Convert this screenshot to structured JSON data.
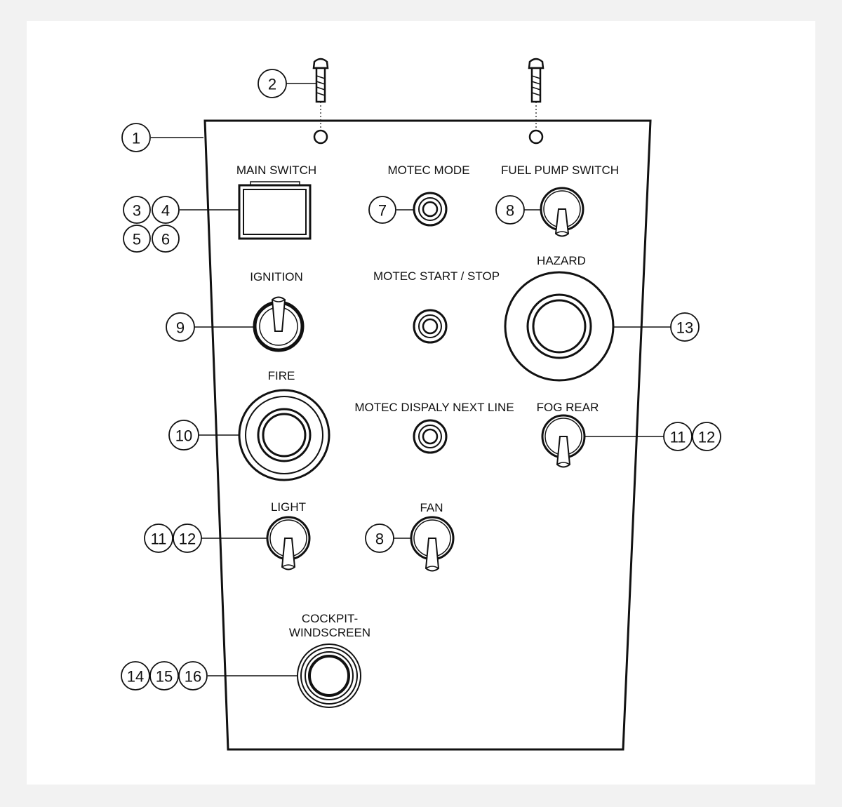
{
  "diagram": {
    "panel_labels": {
      "main_switch": "MAIN SWITCH",
      "motec_mode": "MOTEC MODE",
      "fuel_pump_switch": "FUEL PUMP SWITCH",
      "ignition": "IGNITION",
      "motec_start_stop": "MOTEC START / STOP",
      "hazard": "HAZARD",
      "fire": "FIRE",
      "motec_display_next_line": "MOTEC DISPALY NEXT LINE",
      "fog_rear": "FOG REAR",
      "light": "LIGHT",
      "fan": "FAN",
      "cockpit_windscreen_line1": "COCKPIT-",
      "cockpit_windscreen_line2": "WINDSCREEN"
    },
    "callouts": {
      "panel": "1",
      "screw": "2",
      "main_switch_a": "3",
      "main_switch_b": "4",
      "main_switch_c": "5",
      "main_switch_d": "6",
      "motec_mode": "7",
      "fuel_pump": "8",
      "ignition": "9",
      "fire": "10",
      "fog_rear_a": "11",
      "fog_rear_b": "12",
      "hazard": "13",
      "light_a": "11",
      "light_b": "12",
      "fan": "8",
      "cockpit_a": "14",
      "cockpit_b": "15",
      "cockpit_c": "16"
    }
  }
}
